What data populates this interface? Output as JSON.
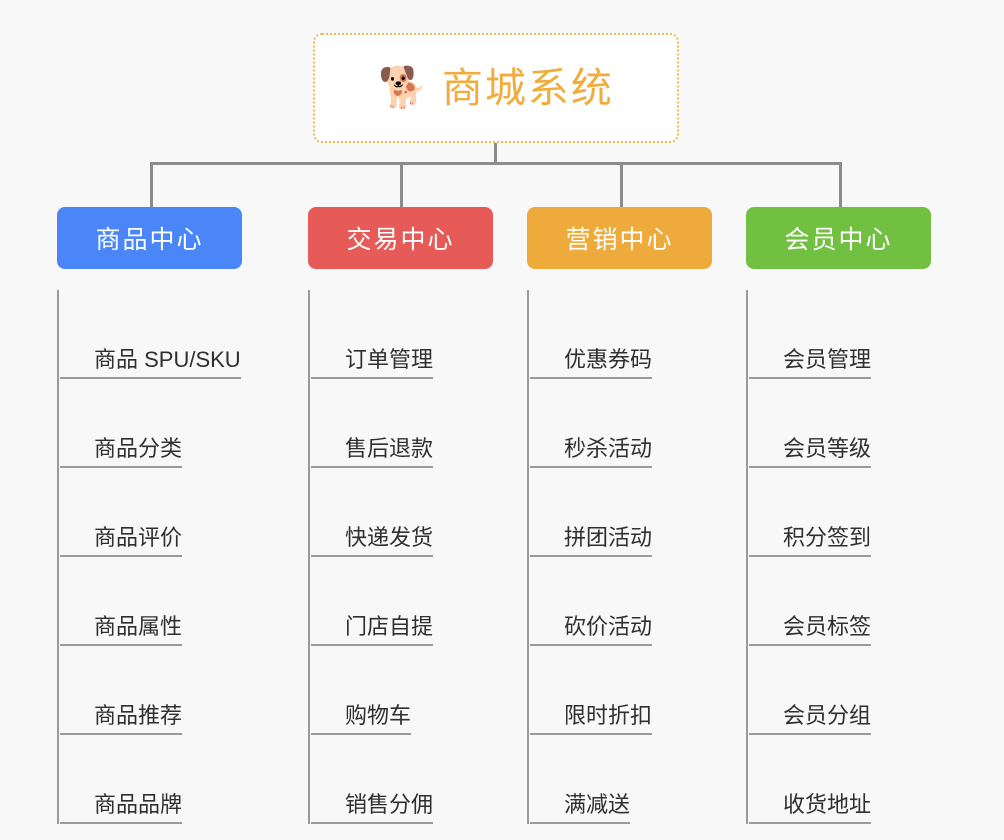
{
  "root": {
    "icon": "shiba-dog-emoji",
    "icon_glyph": "🐕",
    "title": "商城系统",
    "title_color": "#f0ad3e",
    "border_color": "#f0b849"
  },
  "theme": {
    "background": "#f8f8f8",
    "connector_color": "#8c8c8c",
    "leaf_text_color": "#2f2f2f",
    "leaf_rule_color": "#9a9a9a"
  },
  "categories": [
    {
      "label": "商品中心",
      "color": "#4a86f7",
      "items": [
        "商品 SPU/SKU",
        "商品分类",
        "商品评价",
        "商品属性",
        "商品推荐",
        "商品品牌"
      ]
    },
    {
      "label": "交易中心",
      "color": "#e65a58",
      "items": [
        "订单管理",
        "售后退款",
        "快递发货",
        "门店自提",
        "购物车",
        "销售分佣"
      ]
    },
    {
      "label": "营销中心",
      "color": "#eeab3c",
      "items": [
        "优惠券码",
        "秒杀活动",
        "拼团活动",
        "砍价活动",
        "限时折扣",
        "满减送"
      ]
    },
    {
      "label": "会员中心",
      "color": "#72c042",
      "items": [
        "会员管理",
        "会员等级",
        "积分签到",
        "会员标签",
        "会员分组",
        "收货地址"
      ]
    }
  ]
}
